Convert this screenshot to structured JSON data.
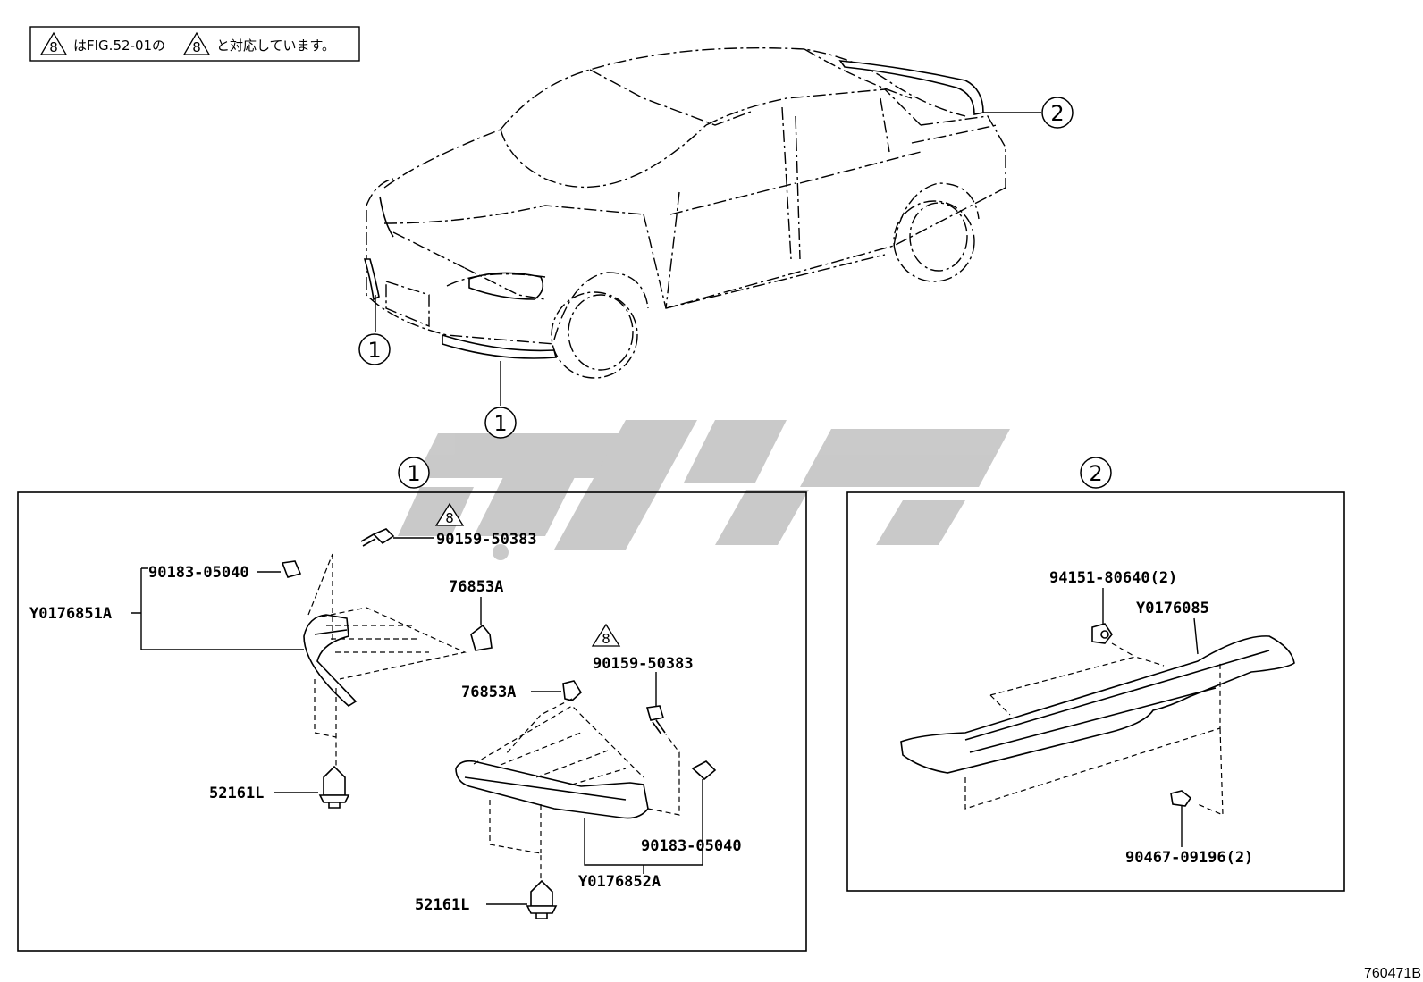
{
  "note": {
    "symbol": "8",
    "text_part1": "はFIG.52-01の",
    "text_part2": "と対応しています。"
  },
  "callouts": {
    "one": "1",
    "two": "2"
  },
  "panel1": {
    "callout": "1",
    "warning_symbol": "8",
    "labels": {
      "bolt_top": "90159-50383",
      "clip_top": "90183-05040",
      "front_lh": "Y0176851A",
      "clip_a_top": "76853A",
      "bolt_mid": "90159-50383",
      "clip_a_mid": "76853A",
      "rivet_left": "52161L",
      "clip_right": "90183-05040",
      "front_rh": "Y0176852A",
      "rivet_bottom": "52161L"
    }
  },
  "panel2": {
    "callout": "2",
    "labels": {
      "nut": "94151-80640(2)",
      "spoiler": "Y0176085",
      "clip": "90467-09196(2)"
    }
  },
  "watermark": "ثرلاط",
  "figure_code": "760471B"
}
